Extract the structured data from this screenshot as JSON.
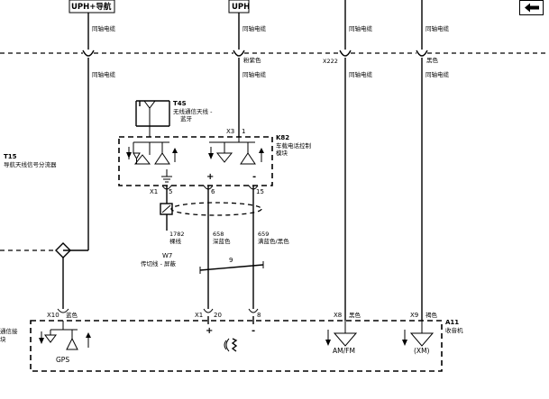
{
  "header": {
    "upph_nav_label": "UPH+导航",
    "uph_label": "UPH"
  },
  "wires": {
    "coax": "同轴电缆",
    "pink": "粉紫色",
    "black": "黑色",
    "blue": "蓝色",
    "brown": "褐色",
    "x222": "X222"
  },
  "t4s": {
    "code": "T4S",
    "line1": "无线通信天线 -",
    "line2": "蓝牙"
  },
  "k82": {
    "code": "K82",
    "line1": "车载电话控制",
    "line2": "模块",
    "connector": "X3",
    "pin": "1"
  },
  "t15": {
    "code": "T15",
    "name": "导航天线信号分流器"
  },
  "x1_upper": {
    "connector": "X1",
    "pin_a": "5",
    "pin_b": "6",
    "pin_c": "15"
  },
  "circuits": {
    "c1782": "1782",
    "c1782_color": "裸线",
    "c658": "658",
    "c658_color": "深蓝色",
    "c659": "659",
    "c659_color": "满蓝色/黑色"
  },
  "w7": {
    "code": "W7",
    "name": "传切线 - 屏蔽"
  },
  "twist_label": "9",
  "polarity": {
    "plus_top": "+",
    "minus_top": "-",
    "plus_bottom": "+",
    "minus_bottom": "-"
  },
  "bottom": {
    "x10": "X10",
    "x1": "X1",
    "pin_20": "20",
    "pin_8": "8",
    "x8": "X8",
    "x9": "X9",
    "gps": "GPS",
    "amfm": "AM/FM",
    "xm": "(XM)",
    "left_frag1": "通信接",
    "left_frag2": "块"
  },
  "a11": {
    "code": "A11",
    "name": "收音机"
  }
}
